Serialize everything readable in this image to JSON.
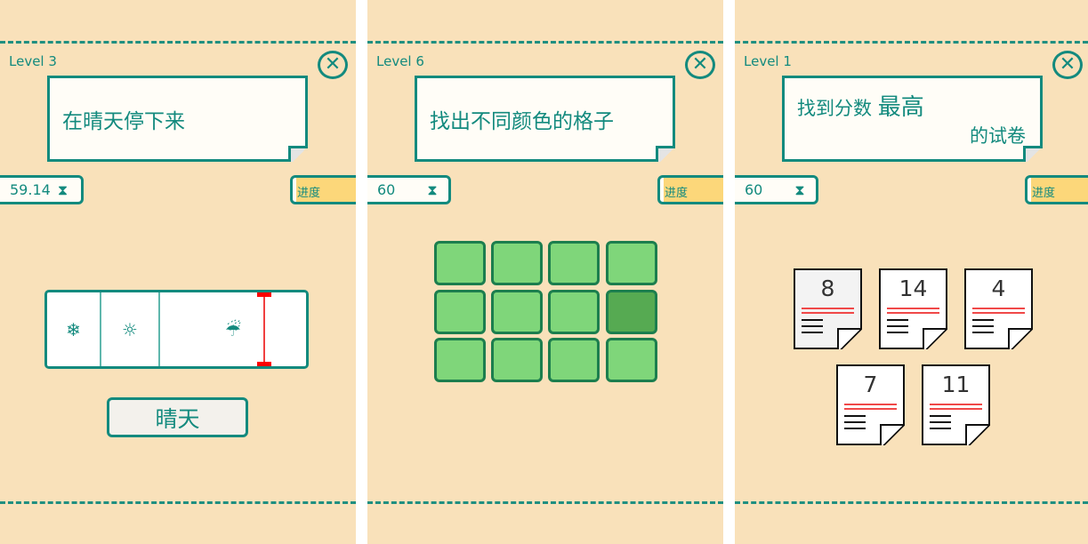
{
  "panels": [
    {
      "level": "Level 3",
      "instruction": "在晴天停下来",
      "timer": "59.14",
      "progress_label": "进度",
      "weather": [
        "snow",
        "sun",
        "rain"
      ],
      "answer_button": "晴天"
    },
    {
      "level": "Level 6",
      "instruction": "找出不同颜色的格子",
      "timer": "60",
      "progress_label": "进度",
      "grid": {
        "rows": 3,
        "cols": 4,
        "odd_cell": {
          "row": 2,
          "col": 4
        },
        "color": "#7fd67a",
        "odd_color": "#56aa52"
      }
    },
    {
      "level": "Level 1",
      "instruction_part1": "找到分数",
      "instruction_emph": "最高",
      "instruction_part2": "的试卷",
      "timer": "60",
      "progress_label": "进度",
      "papers": [
        "8",
        "14",
        "4",
        "7",
        "11"
      ]
    }
  ],
  "icons": {
    "close": "✕",
    "hourglass": "⧗",
    "snow": "❄",
    "sun": "☼",
    "rain": "☔"
  },
  "colors": {
    "bg": "#f9e1ba",
    "accent": "#138a7e",
    "progress": "#fcd77a"
  }
}
